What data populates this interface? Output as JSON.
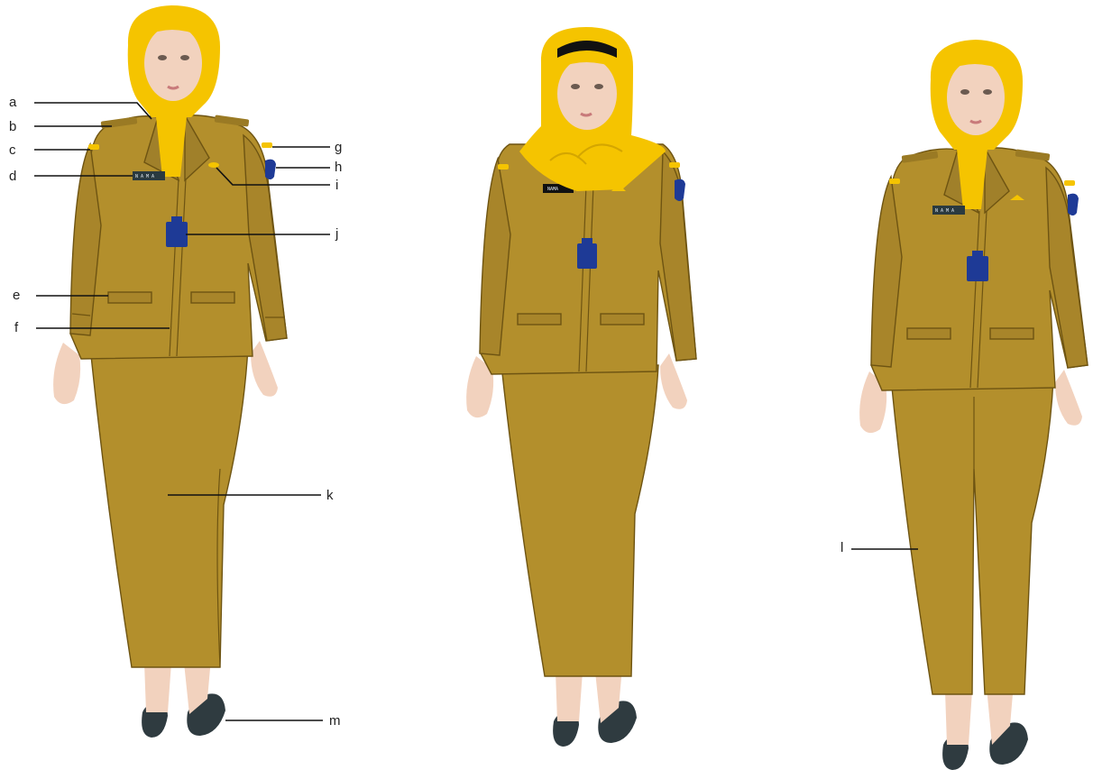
{
  "figures": [
    {
      "id": "figure-1",
      "nametag_text": "N A M A"
    },
    {
      "id": "figure-2",
      "nametag_text": "NAMA"
    },
    {
      "id": "figure-3",
      "nametag_text": "N A M A"
    }
  ],
  "labels": {
    "a": "a",
    "b": "b",
    "c": "c",
    "d": "d",
    "e": "e",
    "f": "f",
    "g": "g",
    "h": "h",
    "i": "i",
    "j": "j",
    "k": "k",
    "l": "l",
    "m": "m"
  },
  "colors": {
    "uniform": "#b38f2c",
    "uniform_dark": "#8e6f1d",
    "hijab": "#f5c400",
    "skin": "#f2d2be",
    "id_card": "#1e3a96",
    "shoe": "#2f3b40",
    "nametag": "#2a3a40"
  }
}
